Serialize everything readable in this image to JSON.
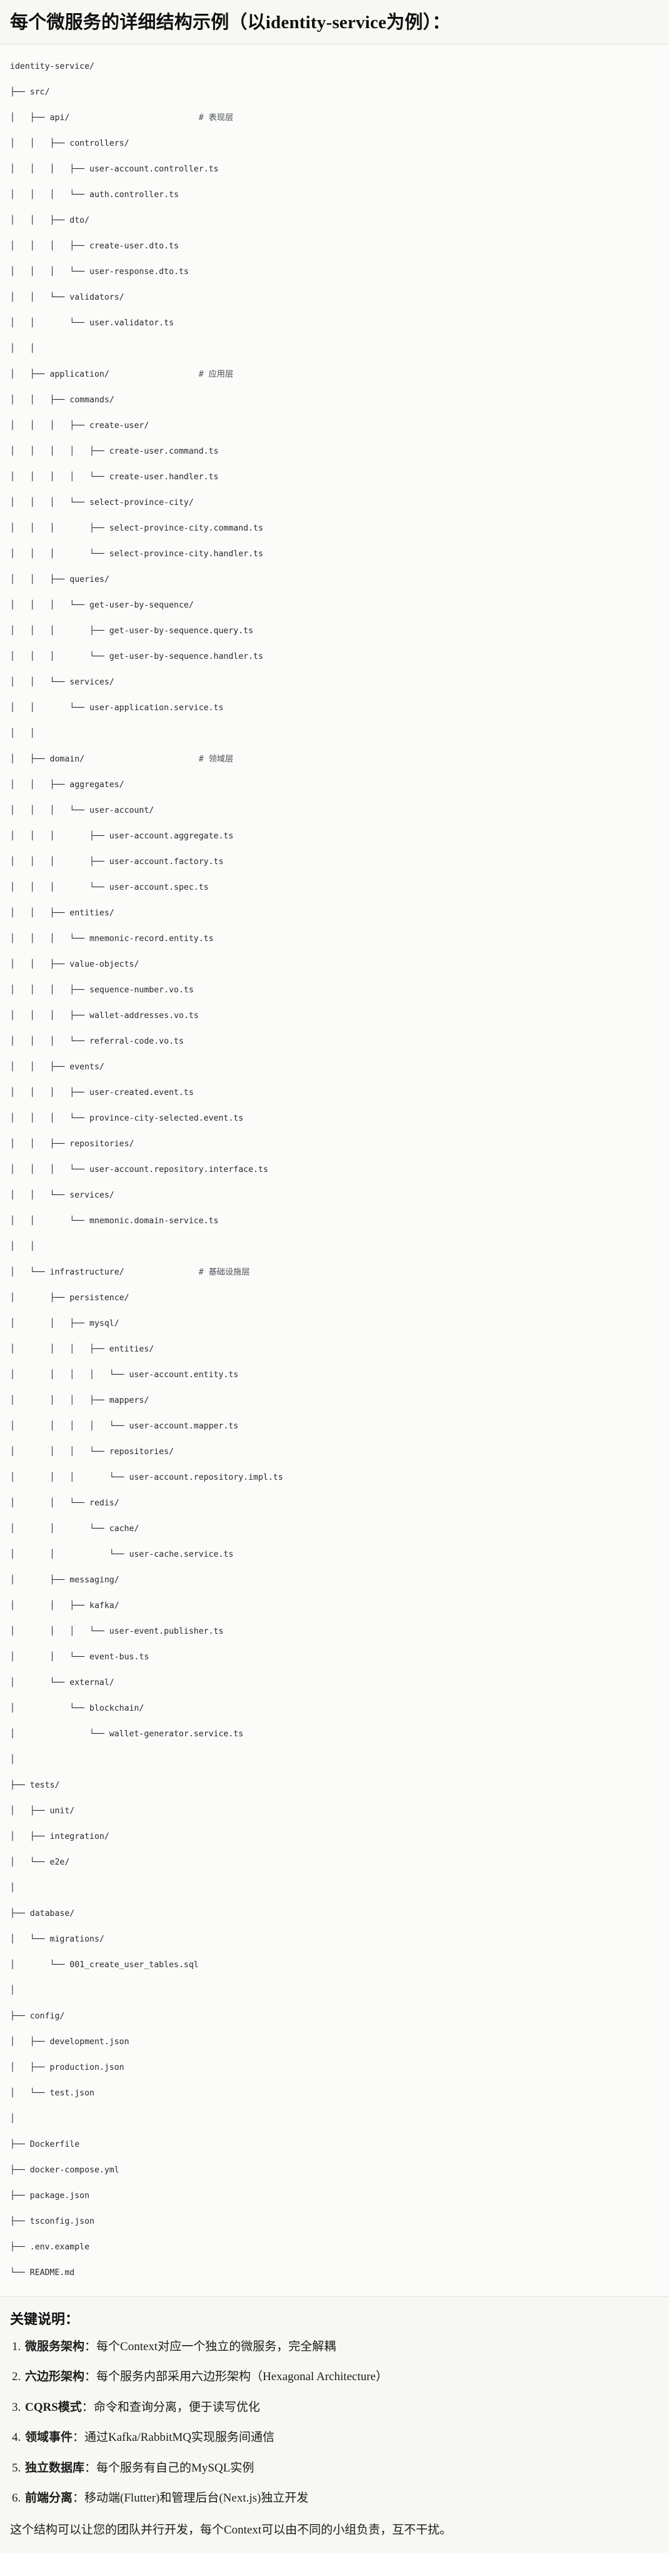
{
  "title": "每个微服务的详细结构示例（以identity-service为例）：",
  "tree": {
    "root_label": "identity-service/",
    "lines": [
      "identity-service/",
      "├── src/",
      "│   ├── api/                          # 表现层",
      "│   │   ├── controllers/",
      "│   │   │   ├── user-account.controller.ts",
      "│   │   │   └── auth.controller.ts",
      "│   │   ├── dto/",
      "│   │   │   ├── create-user.dto.ts",
      "│   │   │   └── user-response.dto.ts",
      "│   │   └── validators/",
      "│   │       └── user.validator.ts",
      "│   │",
      "│   ├── application/                  # 应用层",
      "│   │   ├── commands/",
      "│   │   │   ├── create-user/",
      "│   │   │   │   ├── create-user.command.ts",
      "│   │   │   │   └── create-user.handler.ts",
      "│   │   │   └── select-province-city/",
      "│   │   │       ├── select-province-city.command.ts",
      "│   │   │       └── select-province-city.handler.ts",
      "│   │   ├── queries/",
      "│   │   │   └── get-user-by-sequence/",
      "│   │   │       ├── get-user-by-sequence.query.ts",
      "│   │   │       └── get-user-by-sequence.handler.ts",
      "│   │   └── services/",
      "│   │       └── user-application.service.ts",
      "│   │",
      "│   ├── domain/                       # 领域层",
      "│   │   ├── aggregates/",
      "│   │   │   └── user-account/",
      "│   │   │       ├── user-account.aggregate.ts",
      "│   │   │       ├── user-account.factory.ts",
      "│   │   │       └── user-account.spec.ts",
      "│   │   ├── entities/",
      "│   │   │   └── mnemonic-record.entity.ts",
      "│   │   ├── value-objects/",
      "│   │   │   ├── sequence-number.vo.ts",
      "│   │   │   ├── wallet-addresses.vo.ts",
      "│   │   │   └── referral-code.vo.ts",
      "│   │   ├── events/",
      "│   │   │   ├── user-created.event.ts",
      "│   │   │   └── province-city-selected.event.ts",
      "│   │   ├── repositories/",
      "│   │   │   └── user-account.repository.interface.ts",
      "│   │   └── services/",
      "│   │       └── mnemonic.domain-service.ts",
      "│   │",
      "│   └── infrastructure/               # 基础设施层",
      "│       ├── persistence/",
      "│       │   ├── mysql/",
      "│       │   │   ├── entities/",
      "│       │   │   │   └── user-account.entity.ts",
      "│       │   │   ├── mappers/",
      "│       │   │   │   └── user-account.mapper.ts",
      "│       │   │   └── repositories/",
      "│       │   │       └── user-account.repository.impl.ts",
      "│       │   └── redis/",
      "│       │       └── cache/",
      "│       │           └── user-cache.service.ts",
      "│       ├── messaging/",
      "│       │   ├── kafka/",
      "│       │   │   └── user-event.publisher.ts",
      "│       │   └── event-bus.ts",
      "│       └── external/",
      "│           └── blockchain/",
      "│               └── wallet-generator.service.ts",
      "│",
      "├── tests/",
      "│   ├── unit/",
      "│   ├── integration/",
      "│   └── e2e/",
      "│",
      "├── database/",
      "│   └── migrations/",
      "│       └── 001_create_user_tables.sql",
      "│",
      "├── config/",
      "│   ├── development.json",
      "│   ├── production.json",
      "│   └── test.json",
      "│",
      "├── Dockerfile",
      "├── docker-compose.yml",
      "├── package.json",
      "├── tsconfig.json",
      "├── .env.example",
      "└── README.md"
    ],
    "layer_comments": [
      "# 表现层",
      "# 应用层",
      "# 领域层",
      "# 基础设施层"
    ]
  },
  "notes": {
    "heading": "关键说明：",
    "items": [
      {
        "term": "微服务架构",
        "sep": "：",
        "desc": "每个Context对应一个独立的微服务，完全解耦"
      },
      {
        "term": "六边形架构",
        "sep": "：",
        "desc": "每个服务内部采用六边形架构（Hexagonal Architecture）"
      },
      {
        "term": "CQRS模式",
        "sep": "：",
        "desc": "命令和查询分离，便于读写优化"
      },
      {
        "term": "领域事件",
        "sep": "：",
        "desc": "通过Kafka/RabbitMQ实现服务间通信"
      },
      {
        "term": "独立数据库",
        "sep": "：",
        "desc": "每个服务有自己的MySQL实例"
      },
      {
        "term": "前端分离",
        "sep": "：",
        "desc": "移动端(Flutter)和管理后台(Next.js)独立开发"
      }
    ],
    "closing": "这个结构可以让您的团队并行开发，每个Context可以由不同的小组负责，互不干扰。"
  }
}
